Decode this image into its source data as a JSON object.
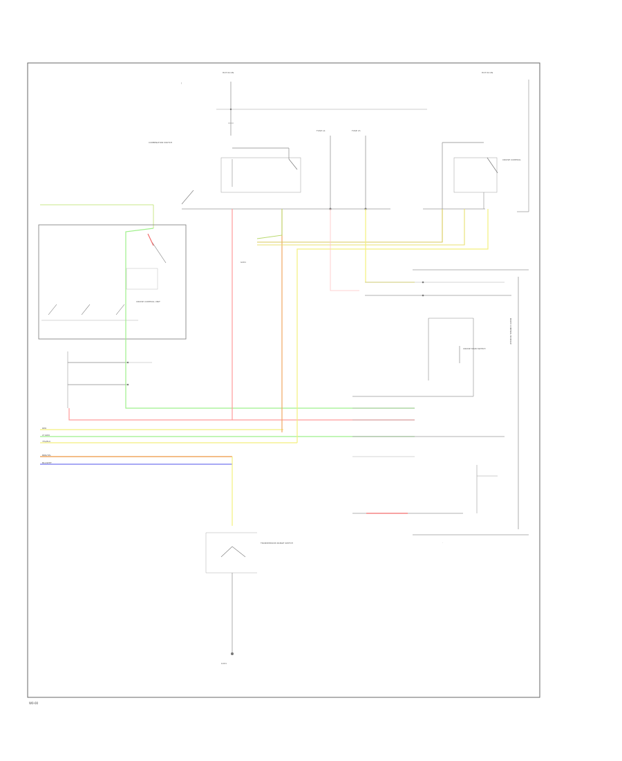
{
  "diagram": {
    "footer_code": "W0-00",
    "colors": {
      "frame": "#666666",
      "wire": "#777777",
      "pink": "#ff9a9a",
      "green": "#9ef08a",
      "yellow": "#f4ef7c",
      "orange": "#f1a761",
      "blue": "#8a8cf0",
      "red": "#f26a6a"
    },
    "wires": [
      {
        "name": "pink",
        "label": "RED"
      },
      {
        "name": "green",
        "label": "LT GRN"
      },
      {
        "name": "yellow",
        "label": "YEL/BLU"
      },
      {
        "name": "orange",
        "label": "BRN/YEL"
      },
      {
        "name": "blue",
        "label": "BLU/WHT"
      }
    ],
    "components": {
      "top_fuse_left": "HOT IN ON",
      "top_fuse_right": "HOT IN ON",
      "relay_left": "COMBINATION SWITCH",
      "relay_right": "CRUISE CONTROL",
      "fuse_a": "FUSE 14",
      "fuse_b": "FUSE 15",
      "module_left": "CRUISE CONTROL UNIT",
      "ground_mid": "G201",
      "right_unit": "CRUISE MAIN SWITCH",
      "sensor_bottom": "TRANSMISSION RANGE SWITCH",
      "ground_bottom": "G101",
      "right_panel": "BODY CONTROL MODULE"
    }
  }
}
